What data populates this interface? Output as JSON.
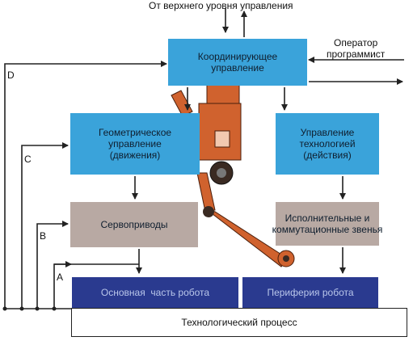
{
  "top_label": "От верхнего уровня управления",
  "operator_label": "Оператор\nпрограммист",
  "blocks": {
    "coordinating": "Координирующее\nуправление",
    "geometric": "Геометрическое\nуправление\n(движения)",
    "technology": "Управление\nтехнологией\n(действия)",
    "servo": "Сервоприводы",
    "actuators": "Исполнительные и\nкоммутационные звенья",
    "robot_main": "Основная  часть робота",
    "robot_periphery": "Периферия робота",
    "process": "Технологический процесс"
  },
  "loop_labels": {
    "a": "A",
    "b": "B",
    "c": "C",
    "d": "D"
  },
  "colors": {
    "blue": "#3aa3da",
    "gray": "#b8a9a3",
    "navy": "#2a3a8f",
    "robot_arm": "#d0622e"
  }
}
